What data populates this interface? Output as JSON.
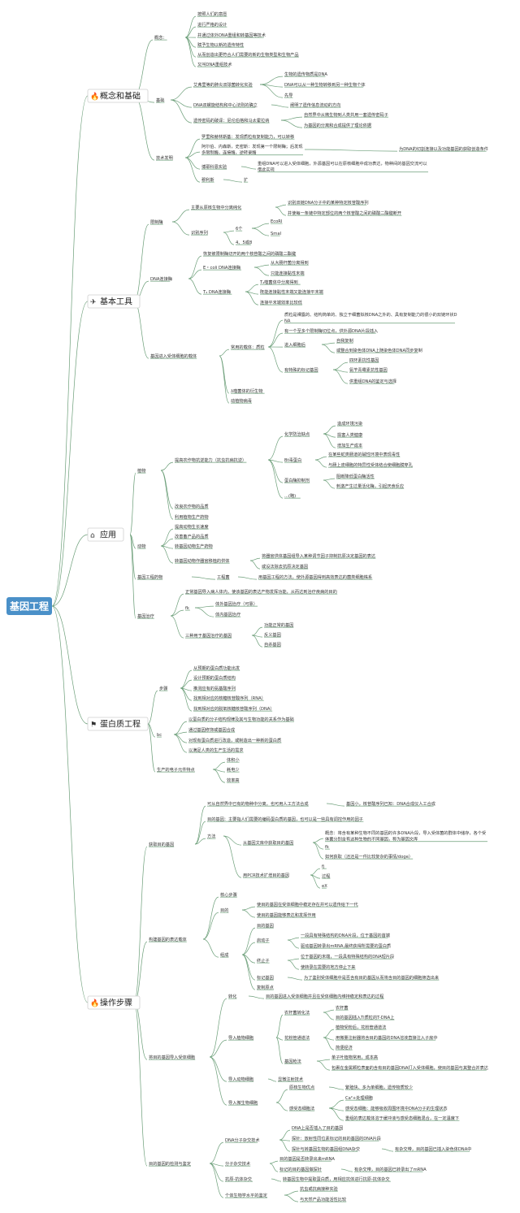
{
  "title": "基因工程",
  "colors": {
    "line": "#6b9e78",
    "root_bg": "#4a90c8",
    "root_text": "#ffffff"
  },
  "branches": [
    {
      "icon": "fire-icon",
      "glyph": "🔥",
      "label": "概念和基础"
    },
    {
      "icon": "paper-plane-icon",
      "glyph": "✈",
      "label": "基本工具"
    },
    {
      "icon": "house-icon",
      "glyph": "⌂",
      "label": "应用"
    },
    {
      "icon": "flag-icon",
      "glyph": "⚑",
      "label": "蛋白质工程"
    },
    {
      "icon": "fire-icon",
      "glyph": "🔥",
      "label": "操作步骤"
    }
  ],
  "nodes": [
    "概念：",
    "按照人们的意愿",
    "进行严格的设计",
    "并通过体外DNA重组和转基因等技术",
    "赋予生物以新的遗传特性",
    "从而创造出更符合人们需要的新的生物类型和生物产品",
    "又叫DNA重组技术",
    "基础",
    "艾弗里等的肺炎双球菌转化实验",
    "生物的遗传物质是DNA",
    "DNA可以从一种生物转移到另一种生物个体",
    "先导",
    "DNA双螺旋结构和中心法则的确立",
    "阐明了遗传信息流动的方向",
    "遗传密码的破译：尼伦伯格和马太霍拉纳",
    "自然界中从微生物到人类共用一套遗传密码子",
    "为基因的分离和合成提供了理论依据",
    "技术发明",
    "罗里和赫林斯基：发现质粒有复制能力，可以转移",
    "阿尔伯、内森斯，史密斯：发现第一个限制酶；后发现多限制酶，连接酶，逆转录酶",
    "为DNA的切割连接以及功能基因的获取创造条件",
    "博耶科恩实验",
    "重组DNA可以进入受体细胞，外源基因可以在原核细胞中成功表达，物种间的基因交流可以借此实现",
    "穆利斯",
    "扩",
    "限制酶",
    "主要从原核生物中分离纯化",
    "识别双链DNA分子中的某种特定核苷酸序列",
    "并使每一条链中特定部位的两个核苷酸之间的磷酸二酯键断开",
    "识别序列",
    "6个",
    "EcoRI",
    "SmaI",
    "4、5或8",
    "DNA连接酶",
    "恢复被限制酶切开的两个核苷酸之间的磷酸二酯键",
    "E・coli DNA连接酶",
    "从大肠杆菌分离得到",
    "只能连接黏性末端",
    "T₄ DNA连接酶",
    "T₄噬菌体中分离得到",
    "既能连接黏性末端又能连接平末端",
    "连接平末端效率比较低",
    "基因进入受体细胞的载体",
    "常用的载体：质粒",
    "质粒是裸露的、结构简单的、独立于细菌拟核DNA之外的、具有复制能力的很小的双链环状DNA",
    "有一个至多个限制酶切位点，供外源DNA片段插入",
    "进入细胞后",
    "自我复制",
    "或整合到染色体DNA上随染色体DNA同步复制",
    "有特殊的标记基因",
    "四环素抗性基因",
    "氨苄青霉素抗性基因",
    "供重组DNA的鉴定与选择",
    "λ噬菌体的衍生物",
    "动植物病毒",
    "植物",
    "提高农作物抗逆能力（抗虫抗病抗逆）",
    "化学防治缺点",
    "造成环境污染",
    "损害人类健康",
    "增加生产成本",
    "Bt毒蛋白",
    "在某些蛇类肠道的碱性环境中表现毒性",
    "与肠上皮细胞的特异性受体结合使细胞膜穿孔",
    "蛋白酶抑制剂",
    "阻断降低蛋白酶活性",
    "刺激产生过量活化酶，引起厌食反应",
    "...(略)",
    "改良农作物的品质",
    "利用植物生产药物",
    "动物",
    "提高动物生长速度",
    "改善畜产品的品质",
    "转基因动物生产药物",
    "转基因动物作器官移植的供体",
    "将器官供体基因组导入某种调节因子抑制抗原决定基因的表达",
    "或设法除去抗原决定基因",
    "基因工程药物",
    "工程菌",
    "用基因工程的方法，使外源基因得到高效表达的菌类细胞株系",
    "基因治疗",
    "正常基因导入病人体内，使该基因的表达产物发挥功能，从而达到治疗疾病的目的",
    "fk",
    "体外基因治疗（可靠）",
    "体内基因治疗",
    "三种用于基因治疗的基因",
    "功能正常的基因",
    "反义基因",
    "自杀基因",
    "步骤",
    "从预期的蛋白质功能出发",
    "设计预期的蛋白质结构",
    "推测应有的氨基酸序列",
    "找到相对应的核糖核苷酸序列（RNA）",
    "找到相对应的脱氧核糖核苷酸序列（DNA）",
    "bc",
    "以蛋白质的分子结构规律及其与生物功能的关系作为基础",
    "通过基因修饰或基因合成",
    "对现有蛋白质进行改造，或制造出一种新的蛋白质",
    "以满足人类的生产生活的需求",
    "生产的电子元件特点",
    "体积小",
    "耗电少",
    "效率高",
    "获取目的基因",
    "可从自然界中已有的物种中分离，也可用人工方法合成",
    "基因小，核苷酸序列已知：DNA合成仪人工合成",
    "目的基因：主要指人们需要的编码蛋白质的基因，也可以是一些具有调控作用的因子",
    "方法",
    "从基因文库中获取目的基因",
    "概念：将含有某种生物不同的基因的许多DNA片段，导入受体菌的群体中储存，各个受体菌分别含有这种生物的不同基因，称为基因文库",
    "fk",
    "如何获取（还还是一件比较复杂的事情/doge）",
    "用PCR技术扩增目的基因",
    "fj",
    "过程",
    "eX",
    "构建基因的表达载体",
    "核心步骤",
    "目的",
    "使目的基因在受体细胞中稳定存在并可以遗传给下一代",
    "使目的基因能够表达和发挥作用",
    "组成",
    "目的基因",
    "启动子",
    "一段具有特殊结构的DNA片段，位于基因的首端",
    "驱动基因转录出mRNA,最终获得所需要的蛋白质",
    "终止子",
    "位于基因的末端，一段具有特殊结构的DNA短片段",
    "使转录在需要的地方停止下来",
    "标记基因",
    "为了鉴别受体细胞中是否含有目的基因从而将含目的基因的细胞筛选出来",
    "复制原点",
    "将目的基因导入受体细胞",
    "转化",
    "目的基因进入受体细胞并且在受体细胞内维持稳定和表达的过程",
    "导入植物细胞",
    "农杆菌转化法",
    "农杆菌",
    "目的基因插入Ti质粒的T-DNA上",
    "花粉管通道法",
    "植物受粉后，花粉管通道法",
    "用微量注射器将含目的基因的DNA溶液直接注入子房中",
    "目的基因借助花粉管通道进入受体细胞",
    "简便经济",
    "基因枪法",
    "单子叶植物常用，成本高",
    "包裹在金属颗粒表面的含有目的基因DNA打入受体细胞，使目的基因与其整合并表达",
    "导入动物细胞",
    "显微注射技术",
    "导入微生物细胞",
    "原核生物优点",
    "繁殖快、多为单细胞，遗传物质较少",
    "感受态细胞法",
    "Ca²+处理细胞",
    "感受态细胞：能够吸收周围环境中DNA分子的生理状态",
    "重组的表达载体溶于缓冲液与感受态细胞混合，在一定温度下",
    "目的基因的检测与鉴定",
    "DNA分子杂交技术",
    "DNA上是否插入了目的基因",
    "探针：放射性同位素标记的目的基因的DNA片段",
    "探针与转基因生物的基因组DNA杂交",
    "有杂交带，目的基因已插入染色体DNA中",
    "分子杂交技术",
    "目的基因是否转录出来mRNA",
    "标记的目的基因做探针",
    "有杂交带，目的基因已转录出了mRNA",
    "抗原-抗体杂交",
    "转基因生物中提取蛋白质，用相应抗体进行抗原-抗体杂交",
    "个体生物学水平的鉴定",
    "抗虫或抗病接种实验",
    "与天然产品功能活性比较"
  ]
}
